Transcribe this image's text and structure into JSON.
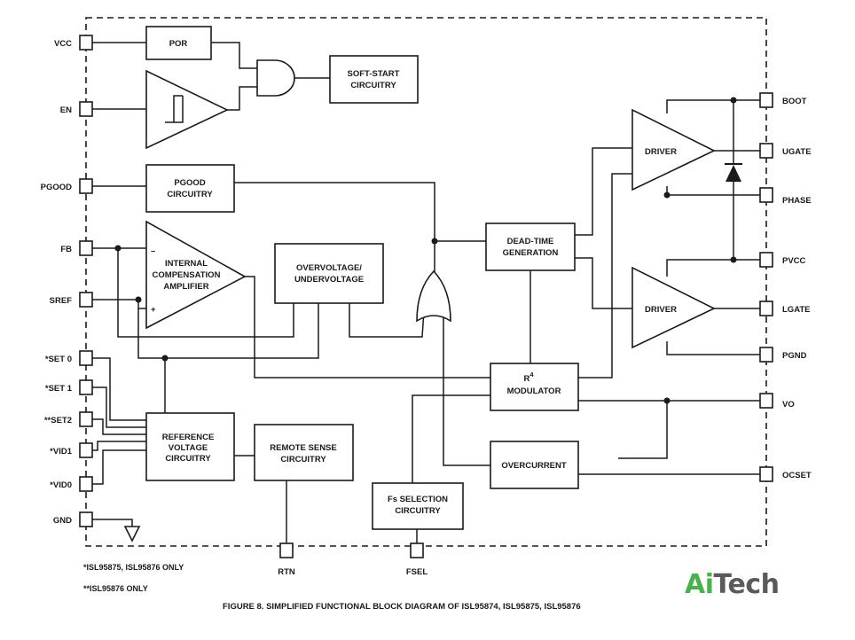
{
  "caption": "FIGURE 8.  SIMPLIFIED FUNCTIONAL BLOCK DIAGRAM OF ISL95874, ISL95875, ISL95876",
  "footnotes": [
    "*ISL95875, ISL95876 ONLY",
    "**ISL95876 ONLY"
  ],
  "pins": {
    "vcc": "VCC",
    "en": "EN",
    "pgood": "PGOOD",
    "fb": "FB",
    "sref": "SREF",
    "set0": "*SET 0",
    "set1": "*SET 1",
    "set2": "**SET2",
    "vid1": "*VID1",
    "vid0": "*VID0",
    "gnd": "GND",
    "boot": "BOOT",
    "ugate": "UGATE",
    "phase": "PHASE",
    "pvcc": "PVCC",
    "lgate": "LGATE",
    "pgnd": "PGND",
    "vo": "VO",
    "ocset": "OCSET",
    "rtn": "RTN",
    "fsel": "FSEL"
  },
  "blocks": {
    "por": "POR",
    "softstart": [
      "SOFT-START",
      "CIRCUITRY"
    ],
    "pgood": [
      "PGOOD",
      "CIRCUITRY"
    ],
    "amp": [
      "INTERNAL",
      "COMPENSATION",
      "AMPLIFIER"
    ],
    "amp_minus": "–",
    "amp_plus": "+",
    "ovuv": [
      "OVERVOLTAGE/",
      "UNDERVOLTAGE"
    ],
    "deadtime": [
      "DEAD-TIME",
      "GENERATION"
    ],
    "modulator_r": "R",
    "modulator_sup": "4",
    "modulator": "MODULATOR",
    "overcurrent": "OVERCURRENT",
    "fs": [
      "Fs SELECTION",
      "CIRCUITRY"
    ],
    "reference": [
      "REFERENCE",
      "VOLTAGE",
      "CIRCUITRY"
    ],
    "remote": [
      "REMOTE SENSE",
      "CIRCUITRY"
    ],
    "driver_hi": "DRIVER",
    "driver_lo": "DRIVER"
  },
  "logo": {
    "part1": "Ai",
    "part2": "Tech",
    "color1": "#4caf50",
    "color2": "#5a5a5a"
  }
}
